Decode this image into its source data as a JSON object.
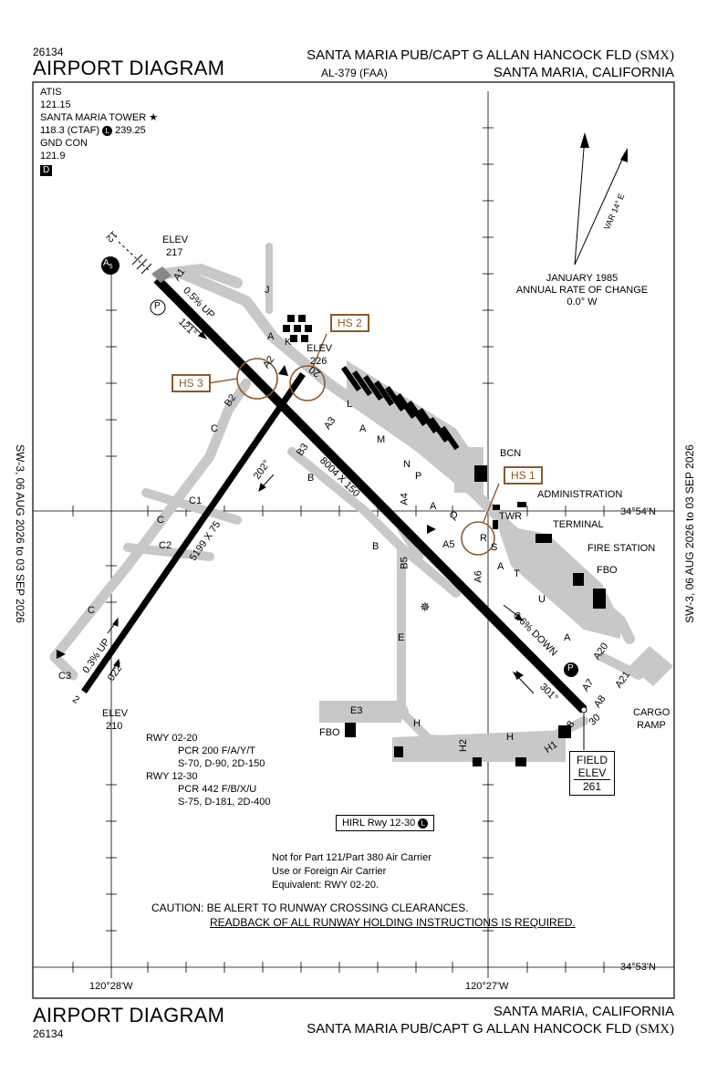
{
  "header": {
    "chart_id": "26134",
    "title": "AIRPORT DIAGRAM",
    "airport_name": "SANTA MARIA PUB/CAPT G ALLAN HANCOCK FLD",
    "airport_code": "(SMX)",
    "al_number": "AL-379 (FAA)",
    "location": "SANTA MARIA, CALIFORNIA"
  },
  "footer": {
    "title": "AIRPORT DIAGRAM",
    "chart_id": "26134",
    "location": "SANTA MARIA, CALIFORNIA",
    "airport_name": "SANTA MARIA PUB/CAPT G ALLAN HANCOCK FLD",
    "airport_code": "(SMX)"
  },
  "frequencies": {
    "atis_label": "ATIS",
    "atis_freq": "121.15",
    "tower_label": "SANTA MARIA TOWER",
    "tower_freq": "118.3 (CTAF)",
    "tower_uhf": "239.25",
    "gnd_label": "GND CON",
    "gnd_freq": "121.9",
    "d_badge": "D",
    "l_badge": "L"
  },
  "side_dates": {
    "left": "SW-3,  06 AUG 2026  to  03 SEP 2026",
    "right": "SW-3,  06 AUG 2026  to  03 SEP 2026"
  },
  "magnetic": {
    "var_label": "VAR 14° E",
    "epoch": "JANUARY 1985",
    "rate_label": "ANNUAL RATE OF CHANGE",
    "rate_value": "0.0° W"
  },
  "coordinates": {
    "lat_top": "34°54'N",
    "lat_bottom": "34°53'N",
    "lon_left": "120°28'W",
    "lon_right": "120°27'W"
  },
  "runways": {
    "rwy_12_dim": "8004 X 150",
    "rwy_02_dim": "5199 X 75",
    "hdg_121": "121°",
    "hdg_301": "301°",
    "hdg_202": "202°",
    "hdg_022": "022°",
    "slope_12": "0.5% UP",
    "slope_30": "0.6% DOWN",
    "slope_02": "0.3% UP",
    "end_12": "12",
    "end_30": "30",
    "end_02": "2",
    "end_20": "20"
  },
  "elevations": {
    "elev_label": "ELEV",
    "elev_12": "217",
    "elev_20": "226",
    "elev_02": "210",
    "field_elev_l1": "FIELD",
    "field_elev_l2": "ELEV",
    "field_elev_val": "261"
  },
  "hot_spots": [
    "HS 1",
    "HS 2",
    "HS 3"
  ],
  "taxiways": {
    "a1": "A1",
    "a2": "A2",
    "a3": "A3",
    "a4": "A4",
    "a5": "A5",
    "a6": "A6",
    "a7": "A7",
    "a8": "A8",
    "a20": "A20",
    "a21": "A21",
    "b2": "B2",
    "b3": "B3",
    "b5": "B5",
    "b8": "B8",
    "b": "B",
    "c": "C",
    "c1": "C1",
    "c2": "C2",
    "c3": "C3",
    "e": "E",
    "e3": "E3",
    "h": "H",
    "h1": "H1",
    "h2": "H2",
    "j": "J",
    "k": "K",
    "l": "L",
    "m": "M",
    "n": "N",
    "p": "P",
    "q": "Q",
    "r": "R",
    "s": "S",
    "t": "T",
    "u": "U",
    "a": "A"
  },
  "facilities": {
    "bcn": "BCN",
    "administration": "ADMINISTRATION",
    "twr": "TWR",
    "terminal": "TERMINAL",
    "fire_station": "FIRE STATION",
    "fbo": "FBO",
    "cargo_ramp_1": "CARGO",
    "cargo_ramp_2": "RAMP",
    "a5_marker": "A",
    "a5_marker_sub": "5",
    "p_marker": "P"
  },
  "pcr": {
    "rwy1": "RWY 02-20",
    "rwy1_pcr": "PCR 200 F/A/Y/T",
    "rwy1_wt": "S-70, D-90, 2D-150",
    "rwy2": "RWY 12-30",
    "rwy2_pcr": "PCR 442 F/B/X/U",
    "rwy2_wt": "S-75, D-181, 2D-400"
  },
  "notes": {
    "hirl": "HIRL Rwy 12-30",
    "part121_1": "Not for Part 121/Part 380 Air Carrier",
    "part121_2": "Use or Foreign Air Carrier",
    "part121_3": "Equivalent: RWY 02-20.",
    "caution_1": "CAUTION: BE ALERT TO RUNWAY CROSSING CLEARANCES.",
    "caution_2": "READBACK OF ALL RUNWAY HOLDING INSTRUCTIONS IS REQUIRED."
  },
  "colors": {
    "hot_spot": "#8B5A2B",
    "taxiway": "#c8c8c8",
    "runway": "#000000"
  }
}
